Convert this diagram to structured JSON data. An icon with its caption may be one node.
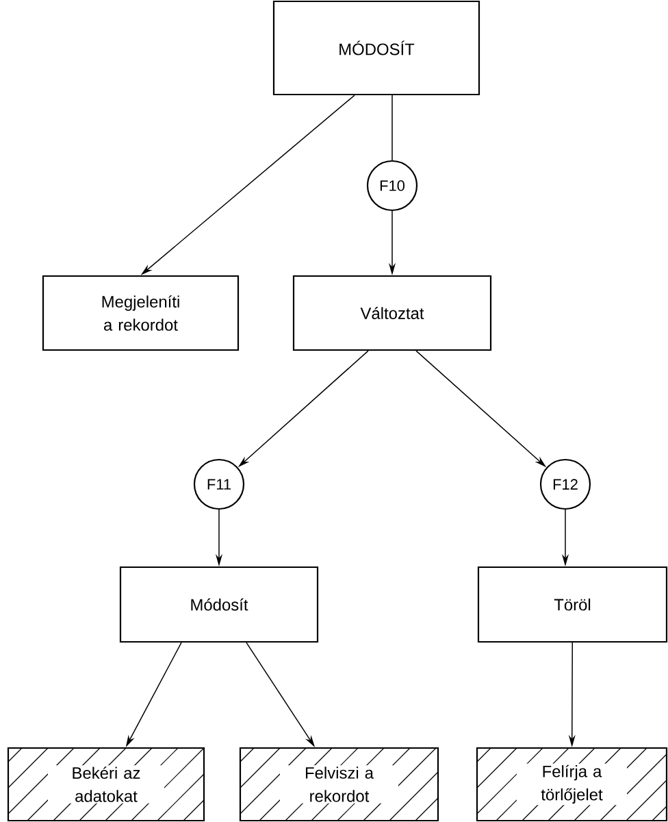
{
  "diagram": {
    "nodes": [
      {
        "text": [
          "MÓDOSÍT"
        ]
      },
      {
        "text": [
          "Megjeleníti a rekordot"
        ]
      },
      {
        "text": [
          "F10"
        ]
      },
      {
        "text": [
          "Változtat"
        ]
      },
      {
        "text": [
          "F11"
        ]
      },
      {
        "text": [
          "F12"
        ]
      },
      {
        "text": [
          "Módosít"
        ]
      },
      {
        "text": [
          "Töröl"
        ]
      },
      {
        "text": [
          "Bekéri az adatokat"
        ]
      },
      {
        "text": [
          "Felviszi a rekordot"
        ]
      },
      {
        "text": [
          "Felírja a törlőjelet"
        ]
      }
    ],
    "edges": [
      {
        "from": 0,
        "to": 1,
        "arrow": "to"
      },
      {
        "from": 0,
        "to": 2,
        "arrow": "none"
      },
      {
        "from": 2,
        "to": 3,
        "arrow": "to"
      },
      {
        "from": 3,
        "to": 4,
        "arrow": "to"
      },
      {
        "from": 3,
        "to": 5,
        "arrow": "to"
      },
      {
        "from": 4,
        "to": 6,
        "arrow": "to"
      },
      {
        "from": 5,
        "to": 7,
        "arrow": "to"
      },
      {
        "from": 6,
        "to": 8,
        "arrow": "to"
      },
      {
        "from": 6,
        "to": 9,
        "arrow": "to"
      },
      {
        "from": 7,
        "to": 10,
        "arrow": "to"
      }
    ]
  }
}
